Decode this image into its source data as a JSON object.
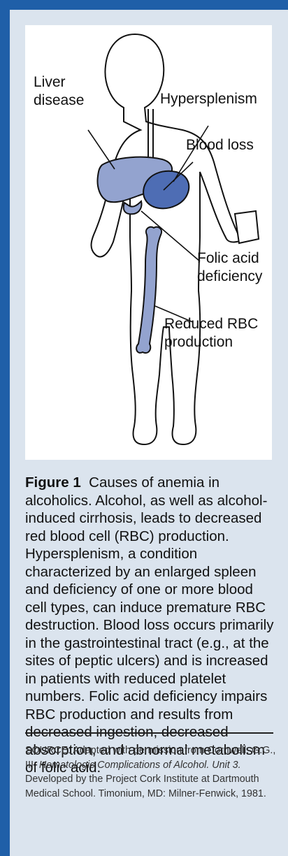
{
  "figure": {
    "labels": {
      "liver_line1": "Liver",
      "liver_line2": "disease",
      "hypersplenism": "Hypersplenism",
      "blood_loss": "Blood loss",
      "folic_line1": "Folic acid",
      "folic_line2": "deficiency",
      "rbc_line1": "Reduced RBC",
      "rbc_line2": "production"
    },
    "colors": {
      "organ_light": "#93a3cf",
      "organ_dark": "#4e6db4",
      "outline": "#111111",
      "panel_bg": "#dbe4ee",
      "frame_blue": "#1f5fa8"
    }
  },
  "caption": {
    "label": "Figure 1",
    "text": "Causes of anemia in alcoholics. Alcohol, as well as alcohol-induced cirrhosis, leads to decreased red blood cell (RBC) production. Hypersplenism, a condition characterized by an enlarged spleen and deficiency of one or more blood cell types, can induce premature RBC destruction. Blood loss occurs primarily in the gastrointestinal tract (e.g., at the sites of peptic ulcers) and is increased in patients with reduced platelet numbers. Folic acid deficiency impairs RBC production and results from decreased ingestion, decreased absorption, and abnormal metabolism of folic acid."
  },
  "source": {
    "prefix": "SOURCE: Adapted with permission from Cornwell, G.G., III.",
    "title": "Hematologic Complications of Alcohol. Unit 3.",
    "suffix": "Developed by the Project Cork Institute at Dartmouth Medical School. Timonium, MD: Milner-Fenwick, 1981."
  }
}
